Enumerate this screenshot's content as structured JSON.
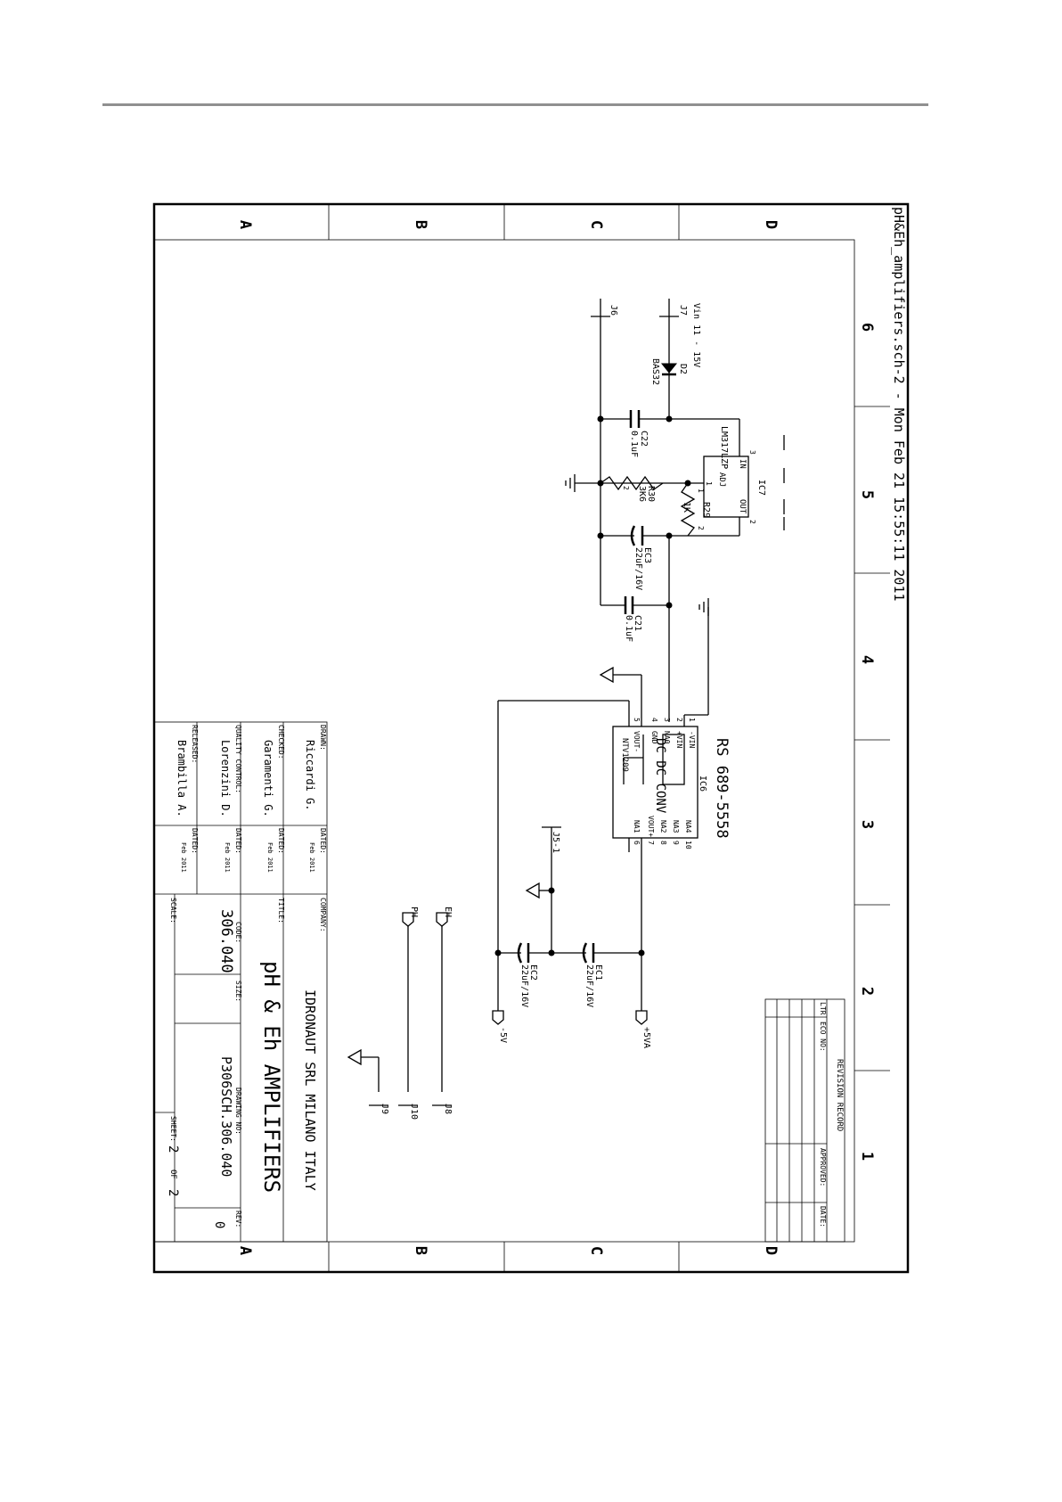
{
  "sheet": {
    "header_text": "pH&Eh_amplifiers.sch-2 - Mon Feb 21 15:55:11 2011",
    "row_labels": [
      "A",
      "B",
      "C",
      "D"
    ],
    "column_labels": [
      "6",
      "5",
      "4",
      "3",
      "2",
      "1"
    ]
  },
  "components": {
    "ic7_ref": "IC7",
    "ic7_part": "LM317LZP",
    "ic7_pins": {
      "in": "IN",
      "out": "OUT",
      "adj": "ADJ",
      "p3": "3",
      "p2": "2",
      "p1": "1"
    },
    "ic6_ref": "IC6",
    "ic6_part": "RS 689-5558",
    "ic6_type": "DC DC CONV",
    "ic6_model": "NTV1209",
    "ic6_pins": [
      {
        "num": "1",
        "name": "-VIN"
      },
      {
        "num": "2",
        "name": "+VIN"
      },
      {
        "num": "3",
        "name": "NA0"
      },
      {
        "num": "4",
        "name": "GND"
      },
      {
        "num": "5",
        "name": "VOUT-"
      },
      {
        "num": "6",
        "name": "NA1"
      },
      {
        "num": "7",
        "name": "VOUT+"
      },
      {
        "num": "8",
        "name": "NA2"
      },
      {
        "num": "9",
        "name": "NA3"
      },
      {
        "num": "10",
        "name": "NA4"
      }
    ],
    "j7": "J7",
    "j7_note": "Vin 11 - 15V",
    "j6": "J6",
    "d2_ref": "D2",
    "d2_part": "BAS32",
    "c22_ref": "C22",
    "c22_val": "0.1uF",
    "r30_ref": "R30",
    "r30_val": "3K6",
    "r29_ref": "R29",
    "r29_val": "1K",
    "r29_p1": "1",
    "r29_p2": "2",
    "r30_p2": "2",
    "ec3_ref": "EC3",
    "ec3_val": "22uF/16V",
    "c21_ref": "C21",
    "c21_val": "0.1uF",
    "j5": "J5-1",
    "ec1_ref": "EC1",
    "ec1_val": "22uF/16V",
    "ec2_ref": "EC2",
    "ec2_val": "22uF/16V",
    "pos_rail": "+5VA",
    "neg_rail": "-5V",
    "eh_net": "EH",
    "ph_net": "PH",
    "j8": "J8",
    "j10": "J10",
    "j9": "J9"
  },
  "title_block": {
    "drawn_label": "DRAWN:",
    "drawn_by": "Riccardi G.",
    "drawn_dated_label": "DATED:",
    "drawn_date": "Feb 2011",
    "checked_label": "CHECKED:",
    "checked_by": "Garamenti G.",
    "checked_dated_label": "DATED:",
    "checked_date": "Feb 2011",
    "qc_label": "QUALITY CONTROL:",
    "qc_by": "Lorenzini D.",
    "qc_dated_label": "DATED:",
    "qc_date": "Feb 2011",
    "released_label": "RELEASED:",
    "released_by": "Brambilla A.",
    "released_dated_label": "DATED:",
    "released_date": "Feb 2011",
    "company_label": "COMPANY:",
    "company": "IDRONAUT SRL MILANO ITALY",
    "title_label": "TITLE:",
    "title": "pH & Eh AMPLIFIERS",
    "code_label": "CODE:",
    "code": "306.040",
    "size_label": "SIZE:",
    "drawing_label": "DRAWING NO:",
    "drawing_no": "P306SCH.306.040",
    "rev_label": "REV:",
    "rev": "0",
    "scale_label": "SCALE:",
    "sheet_label": "SHEET:",
    "sheet_num": "2",
    "sheet_of": "OF",
    "sheet_total": "2"
  },
  "revision_record": {
    "title": "REVISION RECORD",
    "col_ltr": "LTR",
    "col_eco": "ECO NO:",
    "col_approved": "APPROVED:",
    "col_date": "DATE:"
  }
}
